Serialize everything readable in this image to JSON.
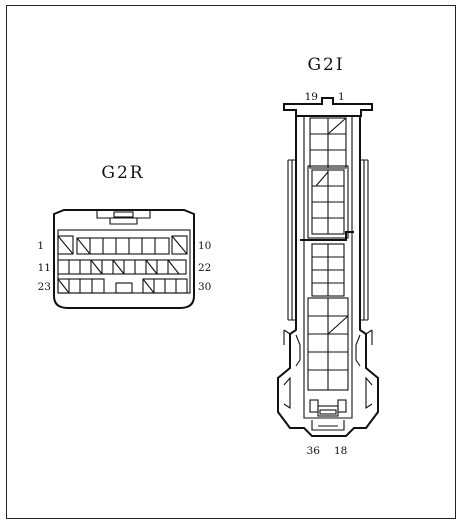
{
  "connectors": {
    "g2r": {
      "name": "G2R",
      "pin_row1_left": "1",
      "pin_row1_right": "10",
      "pin_row2_left": "11",
      "pin_row2_right": "22",
      "pin_row3_left": "23",
      "pin_row3_right": "30"
    },
    "g2i": {
      "name": "G2I",
      "pin_top_left": "19",
      "pin_top_right": "1",
      "pin_bottom_left": "36",
      "pin_bottom_right": "18"
    }
  }
}
